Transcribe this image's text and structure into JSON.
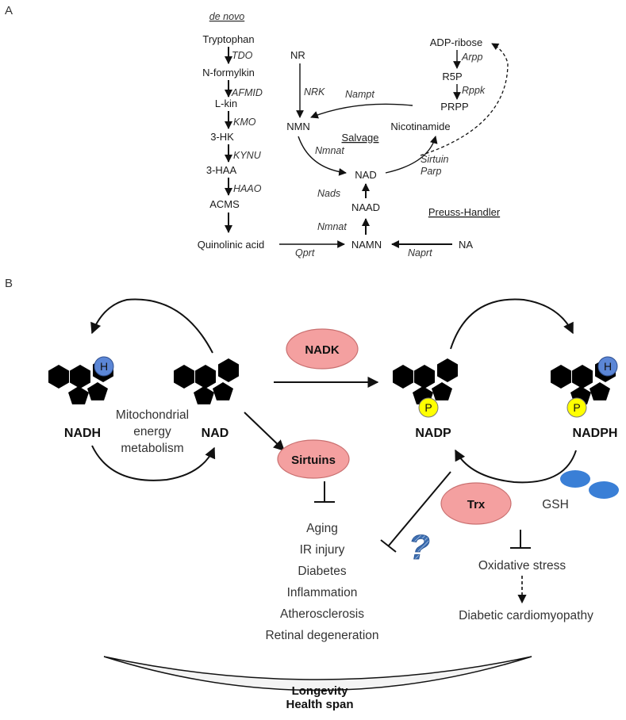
{
  "panel_a": {
    "label": "A",
    "de_novo_title": "de novo",
    "de_novo": {
      "tryptophan": "Tryptophan",
      "tdo": "TDO",
      "nformylkin": "N-formylkin",
      "afmid": "AFMID",
      "lkin": "L-kin",
      "kmo": "KMO",
      "hk3": "3-HK",
      "kynu": "KYNU",
      "haa3": "3-HAA",
      "haao": "HAAO",
      "acms": "ACMS",
      "quinolinic": "Quinolinic acid",
      "qprt": "Qprt"
    },
    "salvage": {
      "title": "Salvage",
      "nr": "NR",
      "nrk": "NRK",
      "nmn": "NMN",
      "nampt": "Nampt",
      "nicotinamide": "Nicotinamide",
      "nmnat": "Nmnat",
      "nad": "NAD",
      "sirtuin": "Sirtuin",
      "parp": "Parp",
      "adp_ribose": "ADP-ribose",
      "arpp": "Arpp",
      "r5p": "R5P",
      "rppk": "Rppk",
      "prpp": "PRPP"
    },
    "preiss": {
      "title": "Preuss-Handler",
      "nads": "Nads",
      "naad": "NAAD",
      "nmnat": "Nmnat",
      "namn": "NAMN",
      "naprt": "Naprt",
      "na": "NA"
    }
  },
  "panel_b": {
    "label": "B",
    "nadh": "NADH",
    "nad": "NAD",
    "nadp": "NADP",
    "nadph": "NADPH",
    "h_badge": "H",
    "p_badge": "P",
    "mito_line1": "Mitochondrial",
    "mito_line2": "energy",
    "mito_line3": "metabolism",
    "nadk": "NADK",
    "sirtuins": "Sirtuins",
    "trx": "Trx",
    "gsh": "GSH",
    "question": "?",
    "diseases": [
      "Aging",
      "IR injury",
      "Diabetes",
      "Inflammation",
      "Atherosclerosis",
      "Retinal degeneration"
    ],
    "oxidative": "Oxidative stress",
    "cardio": "Diabetic cardiomyopathy",
    "longevity": "Longevity",
    "healthspan": "Health span"
  },
  "colors": {
    "enzyme_fill": "#f4a0a0",
    "enzyme_stroke": "#c97070",
    "h_badge": "#5b86d6",
    "p_badge": "#ffff00",
    "gsh": "#3a7fd6",
    "question": "#3b6db0"
  }
}
